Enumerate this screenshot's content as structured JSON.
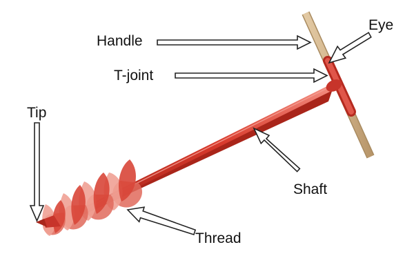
{
  "labels": {
    "handle": "Handle",
    "eye": "Eye",
    "t_joint": "T-joint",
    "tip": "Tip",
    "shaft": "Shaft",
    "thread": "Thread"
  },
  "colors": {
    "tool_red": "#d83a2c",
    "tool_red_light": "#ef8a7e",
    "tool_red_dark": "#a9251a",
    "handle_wood": "#d2b48c",
    "handle_wood_edge": "#a88a5f",
    "label_text": "#111111",
    "arrow_fill": "#ffffff",
    "arrow_stroke": "#222222"
  },
  "icons": {
    "arrow": "outlined-arrow-icon"
  }
}
